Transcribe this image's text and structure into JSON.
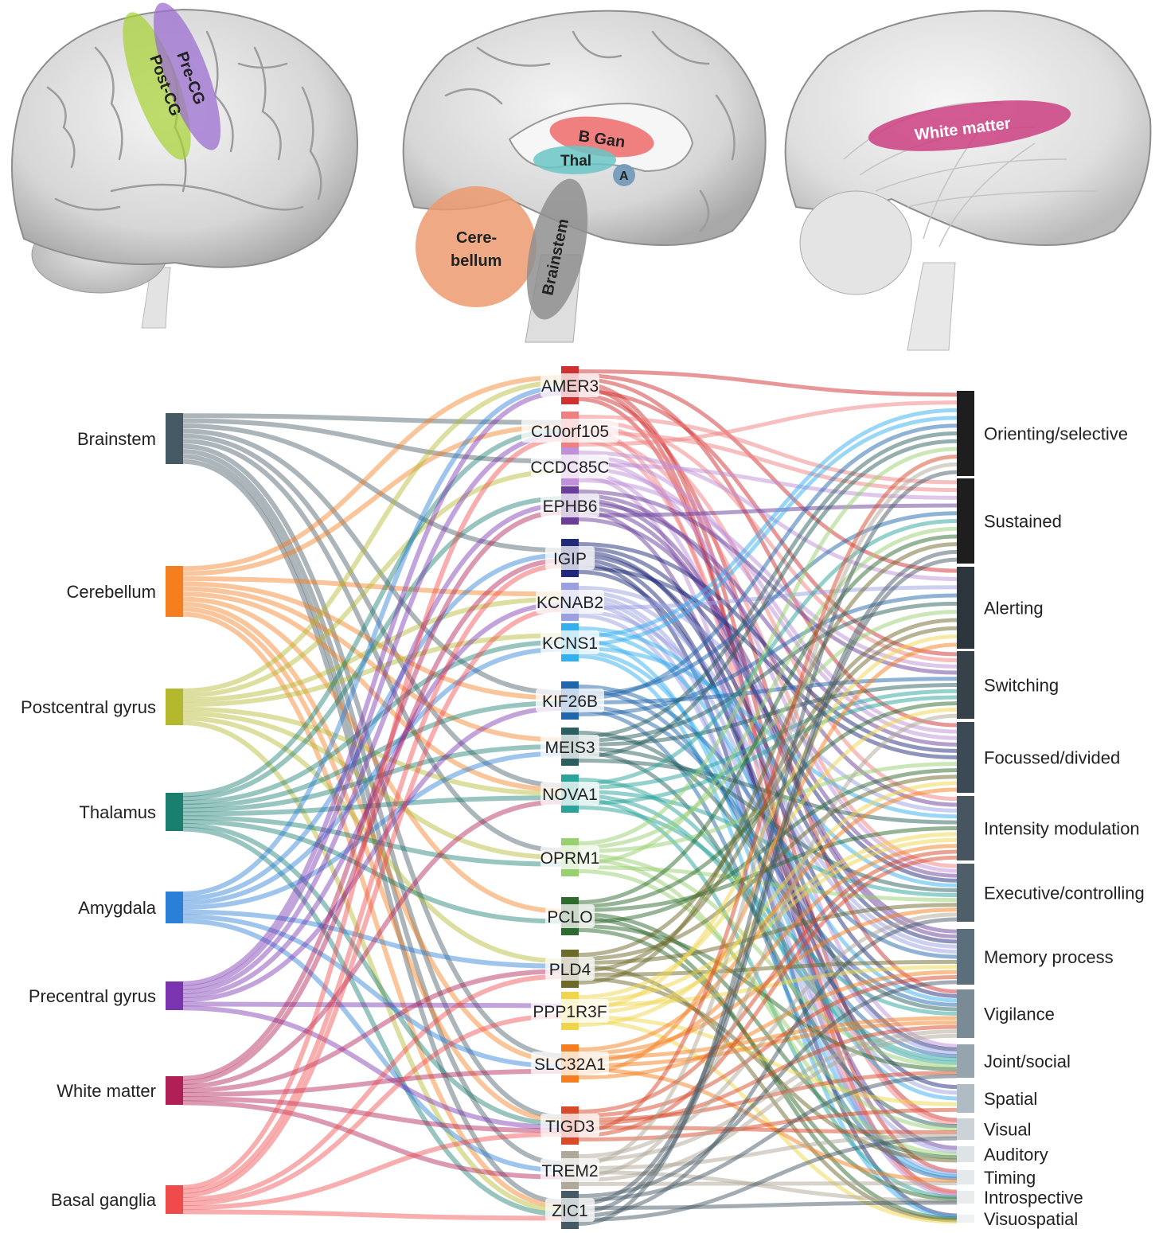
{
  "brain_panels": {
    "lateral": {
      "labels": [
        "Pre-CG",
        "Post-CG"
      ]
    },
    "medial": {
      "labels": [
        "B Gan",
        "Thal",
        "A",
        "Cere-",
        "bellum",
        "Brainstem"
      ]
    },
    "tract": {
      "labels": [
        "White matter"
      ]
    }
  },
  "chart_data": {
    "type": "sankey",
    "regions": [
      {
        "name": "Brainstem",
        "color": "#465a66"
      },
      {
        "name": "Cerebellum",
        "color": "#f57f1f"
      },
      {
        "name": "Postcentral gyrus",
        "color": "#b4b82c"
      },
      {
        "name": "Thalamus",
        "color": "#1b7f70"
      },
      {
        "name": "Amygdala",
        "color": "#2a7fd6"
      },
      {
        "name": "Precentral gyrus",
        "color": "#7a34b0"
      },
      {
        "name": "White matter",
        "color": "#b01f55"
      },
      {
        "name": "Basal ganglia",
        "color": "#ef4b4b"
      }
    ],
    "genes": [
      {
        "name": "AMER3",
        "color": "#cf3030"
      },
      {
        "name": "C10orf105",
        "color": "#f08080"
      },
      {
        "name": "CCDC85C",
        "color": "#c090d8"
      },
      {
        "name": "EPHB6",
        "color": "#6a3d9a"
      },
      {
        "name": "IGIP",
        "color": "#1f2a7a"
      },
      {
        "name": "KCNAB2",
        "color": "#9aa0e0"
      },
      {
        "name": "KCNS1",
        "color": "#35b0ef"
      },
      {
        "name": "KIF26B",
        "color": "#2166ac"
      },
      {
        "name": "MEIS3",
        "color": "#2b5f5f"
      },
      {
        "name": "NOVA1",
        "color": "#2aa39a"
      },
      {
        "name": "OPRM1",
        "color": "#98d070"
      },
      {
        "name": "PCLO",
        "color": "#2d6a2d"
      },
      {
        "name": "PLD4",
        "color": "#6e6a2a"
      },
      {
        "name": "PPP1R3F",
        "color": "#f0d54a"
      },
      {
        "name": "SLC32A1",
        "color": "#f57f1f"
      },
      {
        "name": "TIGD3",
        "color": "#d84a2a"
      },
      {
        "name": "TREM2",
        "color": "#b0a898"
      },
      {
        "name": "ZIC1",
        "color": "#465a66"
      }
    ],
    "functions": [
      {
        "name": "Orienting/selective",
        "color": "#1e1e1e"
      },
      {
        "name": "Sustained",
        "color": "#1e1e1e"
      },
      {
        "name": "Alerting",
        "color": "#2d353c"
      },
      {
        "name": "Switching",
        "color": "#36414a"
      },
      {
        "name": "Focussed/divided",
        "color": "#3c4a55"
      },
      {
        "name": "Intensity modulation",
        "color": "#46555f"
      },
      {
        "name": "Executive/controlling",
        "color": "#4f5f6a"
      },
      {
        "name": "Memory process",
        "color": "#5b6e7b"
      },
      {
        "name": "Vigilance",
        "color": "#7a8b96"
      },
      {
        "name": "Joint/social",
        "color": "#96a4ad"
      },
      {
        "name": "Spatial",
        "color": "#b0bcc4"
      },
      {
        "name": "Visual",
        "color": "#cbd3d9"
      },
      {
        "name": "Auditory",
        "color": "#dde3e7"
      },
      {
        "name": "Timing",
        "color": "#e4e9ec"
      },
      {
        "name": "Introspective",
        "color": "#e8ecef"
      },
      {
        "name": "Visuospatial",
        "color": "#eef1f3"
      }
    ],
    "region_gene_links": [
      [
        "Brainstem",
        "C10orf105"
      ],
      [
        "Brainstem",
        "CCDC85C"
      ],
      [
        "Brainstem",
        "IGIP"
      ],
      [
        "Brainstem",
        "KIF26B"
      ],
      [
        "Brainstem",
        "NOVA1"
      ],
      [
        "Brainstem",
        "OPRM1"
      ],
      [
        "Brainstem",
        "SLC32A1"
      ],
      [
        "Brainstem",
        "TIGD3"
      ],
      [
        "Brainstem",
        "TREM2"
      ],
      [
        "Brainstem",
        "ZIC1"
      ],
      [
        "Cerebellum",
        "AMER3"
      ],
      [
        "Cerebellum",
        "C10orf105"
      ],
      [
        "Cerebellum",
        "KCNAB2"
      ],
      [
        "Cerebellum",
        "KIF26B"
      ],
      [
        "Cerebellum",
        "MEIS3"
      ],
      [
        "Cerebellum",
        "NOVA1"
      ],
      [
        "Cerebellum",
        "PCLO"
      ],
      [
        "Cerebellum",
        "SLC32A1"
      ],
      [
        "Cerebellum",
        "TIGD3"
      ],
      [
        "Cerebellum",
        "ZIC1"
      ],
      [
        "Postcentral gyrus",
        "AMER3"
      ],
      [
        "Postcentral gyrus",
        "CCDC85C"
      ],
      [
        "Postcentral gyrus",
        "KCNAB2"
      ],
      [
        "Postcentral gyrus",
        "KCNS1"
      ],
      [
        "Postcentral gyrus",
        "NOVA1"
      ],
      [
        "Postcentral gyrus",
        "OPRM1"
      ],
      [
        "Postcentral gyrus",
        "PLD4"
      ],
      [
        "Postcentral gyrus",
        "ZIC1"
      ],
      [
        "Thalamus",
        "C10orf105"
      ],
      [
        "Thalamus",
        "EPHB6"
      ],
      [
        "Thalamus",
        "KCNS1"
      ],
      [
        "Thalamus",
        "KIF26B"
      ],
      [
        "Thalamus",
        "MEIS3"
      ],
      [
        "Thalamus",
        "NOVA1"
      ],
      [
        "Thalamus",
        "OPRM1"
      ],
      [
        "Thalamus",
        "PCLO"
      ],
      [
        "Thalamus",
        "TIGD3"
      ],
      [
        "Thalamus",
        "ZIC1"
      ],
      [
        "Amygdala",
        "AMER3"
      ],
      [
        "Amygdala",
        "IGIP"
      ],
      [
        "Amygdala",
        "KCNS1"
      ],
      [
        "Amygdala",
        "MEIS3"
      ],
      [
        "Amygdala",
        "PLD4"
      ],
      [
        "Amygdala",
        "SLC32A1"
      ],
      [
        "Amygdala",
        "TREM2"
      ],
      [
        "Precentral gyrus",
        "AMER3"
      ],
      [
        "Precentral gyrus",
        "C10orf105"
      ],
      [
        "Precentral gyrus",
        "EPHB6"
      ],
      [
        "Precentral gyrus",
        "KCNAB2"
      ],
      [
        "Precentral gyrus",
        "KIF26B"
      ],
      [
        "Precentral gyrus",
        "PPP1R3F"
      ],
      [
        "Precentral gyrus",
        "TIGD3"
      ],
      [
        "White matter",
        "EPHB6"
      ],
      [
        "White matter",
        "IGIP"
      ],
      [
        "White matter",
        "NOVA1"
      ],
      [
        "White matter",
        "PLD4"
      ],
      [
        "White matter",
        "SLC32A1"
      ],
      [
        "White matter",
        "TIGD3"
      ],
      [
        "White matter",
        "TREM2"
      ],
      [
        "Basal ganglia",
        "C10orf105"
      ],
      [
        "Basal ganglia",
        "IGIP"
      ],
      [
        "Basal ganglia",
        "KCNAB2"
      ],
      [
        "Basal ganglia",
        "PLD4"
      ],
      [
        "Basal ganglia",
        "PPP1R3F"
      ],
      [
        "Basal ganglia",
        "TIGD3"
      ],
      [
        "Basal ganglia",
        "ZIC1"
      ]
    ]
  }
}
